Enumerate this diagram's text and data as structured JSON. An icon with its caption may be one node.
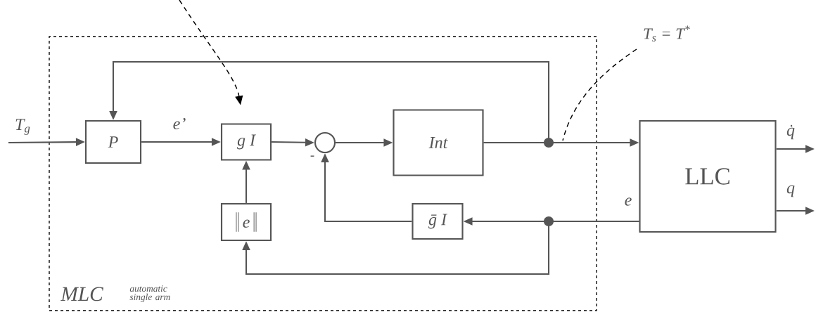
{
  "diagram": {
    "nodes": [
      {
        "text": [
          "MLC",
          "automatic single arm"
        ]
      },
      {
        "text": [
          "T$_{g}$"
        ]
      },
      {
        "text": [
          "P"
        ],
        "in": 0
      },
      {
        "text": [
          "g I"
        ],
        "in": 0
      },
      {
        "text": [],
        "shape": "circle",
        "in": 0
      },
      {
        "text": [
          "Int"
        ],
        "in": 0
      },
      {
        "text": [
          "e"
        ],
        "in": 0
      },
      {
        "text": [
          "ḡ I"
        ],
        "in": 0
      },
      {
        "text": [
          "LLC"
        ]
      },
      {
        "text": [
          "T$_{s}$ = T$^{*}$"
        ]
      }
    ],
    "edges": [
      {
        "from": 1,
        "to": 2,
        "arrow": "to"
      },
      {
        "from": 2,
        "to": 3,
        "arrow": "to",
        "label": "e’"
      },
      {
        "from": 3,
        "to": 4,
        "arrow": "to"
      },
      {
        "from": 4,
        "to": 5,
        "arrow": "to"
      },
      {
        "from": 5,
        "to": 8,
        "arrow": "to"
      },
      {
        "from": 5,
        "to": 2,
        "arrow": "to"
      },
      {
        "from": 8,
        "to": 7,
        "arrow": "to",
        "label": "e"
      },
      {
        "from": 8,
        "to": 6,
        "arrow": "to"
      },
      {
        "from": 6,
        "to": 3,
        "arrow": "to"
      },
      {
        "from": 7,
        "to": 4,
        "arrow": "to",
        "label": "-"
      },
      {
        "from": 8,
        "to": null,
        "arrow": "to",
        "label": "q̇"
      },
      {
        "from": 8,
        "to": null,
        "arrow": "to",
        "label": "q"
      },
      {
        "from": null,
        "to": 3,
        "arrow": "to",
        "style": "dashed",
        "color": "#000000"
      },
      {
        "from": 9,
        "to": null,
        "arrow": "none",
        "style": "dashed",
        "color": "#000000"
      }
    ]
  }
}
